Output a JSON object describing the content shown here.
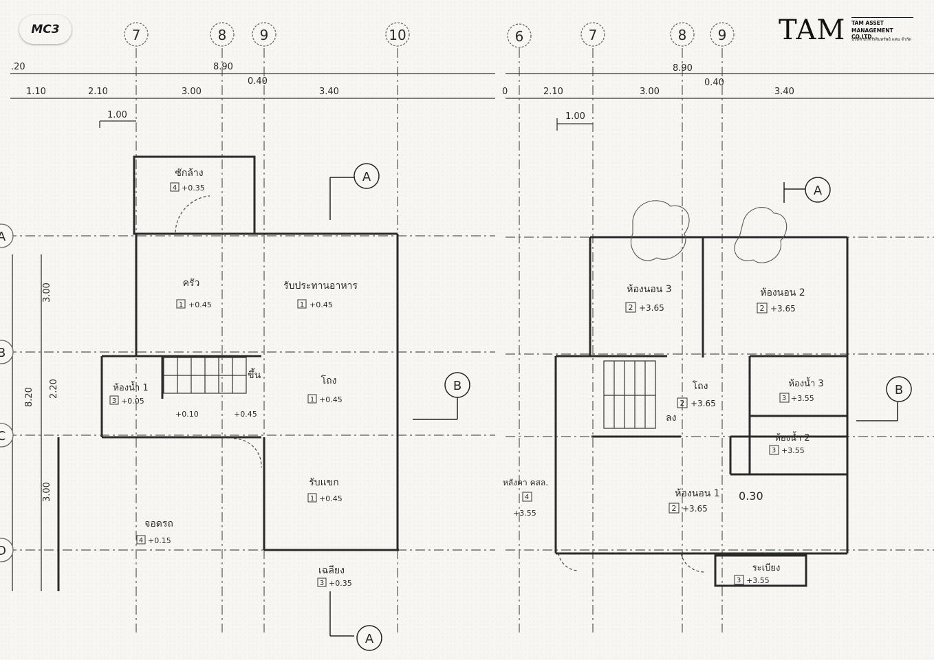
{
  "badge": {
    "label": "MC3"
  },
  "logo": {
    "main": "TAM",
    "line1": "TAM ASSET",
    "line2": "MANAGEMENT CO.LTD.",
    "line3": "บริษัท บริหารสินทรัพย์ แทม จำกัด"
  },
  "section_markers": {
    "a": "A",
    "b": "B"
  },
  "ground_floor": {
    "grid_top": [
      "7",
      "8",
      "9",
      "10"
    ],
    "grid_side": [
      "A",
      "B",
      "C",
      "D"
    ],
    "dims_total": "8.90",
    "dims_left": ".20",
    "dims_spans": [
      "1.10",
      "2.10",
      "3.00",
      "0.40",
      "3.40"
    ],
    "dim_offset": "1.00",
    "dims_vertical": [
      "3.00",
      "2.20",
      "3.00"
    ],
    "dim_vertical_total": "8.20",
    "rooms": [
      {
        "name": "ซักล้าง",
        "level": "+0.35",
        "code": "4"
      },
      {
        "name": "ครัว",
        "level": "+0.45",
        "code": "1"
      },
      {
        "name": "รับประทานอาหาร",
        "level": "+0.45",
        "code": "1"
      },
      {
        "name": "ห้องน้ำ 1",
        "level": "+0.05",
        "code": "3"
      },
      {
        "name": "โถง",
        "level": "+0.45",
        "code": "1"
      },
      {
        "name": "รับแขก",
        "level": "+0.45",
        "code": "1"
      },
      {
        "name": "จอดรถ",
        "level": "+0.15",
        "code": "4"
      },
      {
        "name": "เฉลียง",
        "level": "+0.35",
        "code": "3"
      }
    ],
    "stair_label": "ขึ้น",
    "levels_extra": [
      "+0.10",
      "+0.45"
    ]
  },
  "upper_floor": {
    "grid_top": [
      "6",
      "7",
      "8",
      "9"
    ],
    "dims_total": "8.90",
    "dims_left": "0",
    "dims_spans": [
      "2.10",
      "3.00",
      "0.40",
      "3.40"
    ],
    "dim_offset": "1.00",
    "rooms": [
      {
        "name": "ห้องนอน 3",
        "level": "+3.65",
        "code": "2"
      },
      {
        "name": "ห้องนอน 2",
        "level": "+3.65",
        "code": "2"
      },
      {
        "name": "โถง",
        "level": "+3.65",
        "code": "2"
      },
      {
        "name": "ห้องน้ำ 3",
        "level": "+3.55",
        "code": "3"
      },
      {
        "name": "ห้องน้ำ 2",
        "level": "+3.55",
        "code": "3"
      },
      {
        "name": "ห้องนอน 1",
        "level": "+3.65",
        "code": "2"
      },
      {
        "name": "ระเบียง",
        "level": "+3.55",
        "code": "3"
      },
      {
        "name": "หลังคา คสล.",
        "level": "+3.55",
        "code": "4"
      }
    ],
    "stair_label": "ลง",
    "note": "0.30"
  }
}
